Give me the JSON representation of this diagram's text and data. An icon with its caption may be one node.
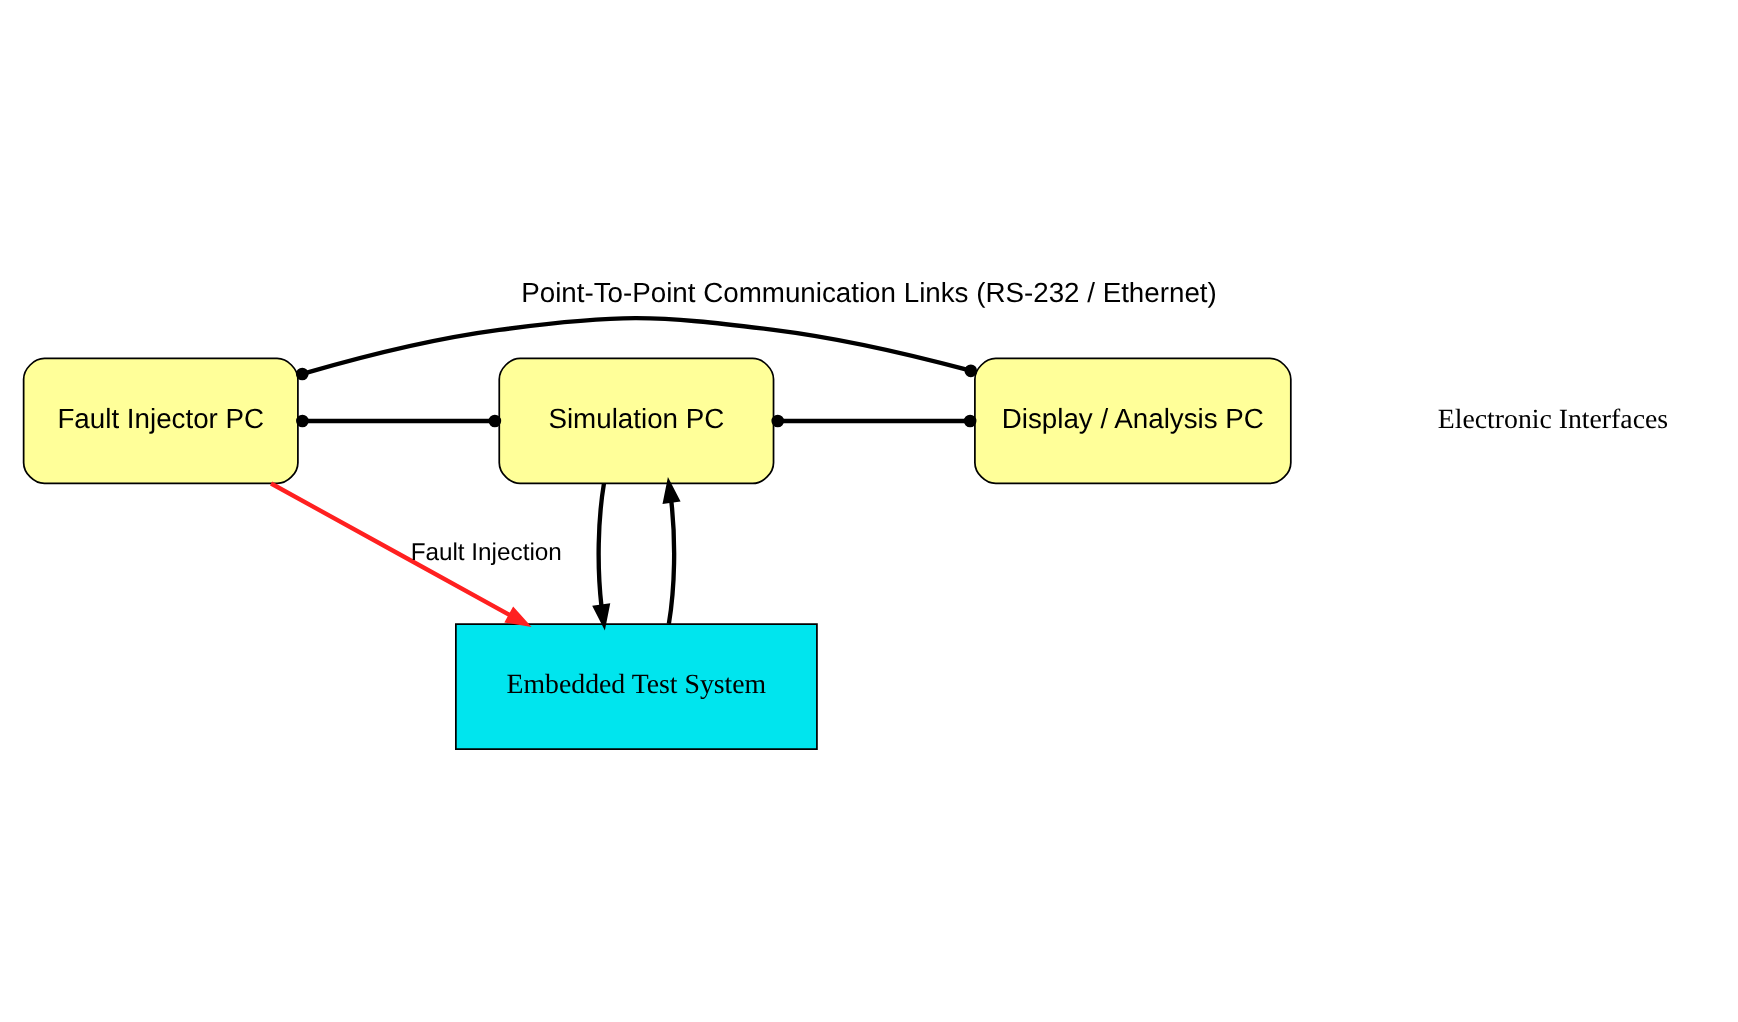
{
  "diagram": {
    "title": "Point-To-Point Communication Links (RS-232 / Ethernet)",
    "nodes": [
      {
        "text": [
          "Fault Injector PC"
        ]
      },
      {
        "text": [
          "Simulation PC"
        ]
      },
      {
        "text": [
          "Display / Analysis PC"
        ]
      },
      {
        "text": [
          "Embedded Test System"
        ]
      }
    ],
    "edges": [
      {
        "from": 0,
        "to": 2,
        "arrow": "other"
      },
      {
        "from": 0,
        "to": 1,
        "arrow": "other"
      },
      {
        "from": 1,
        "to": 2,
        "arrow": "other"
      },
      {
        "from": 1,
        "to": 3,
        "arrow": "to"
      },
      {
        "from": 3,
        "to": 1,
        "arrow": "to"
      },
      {
        "from": 0,
        "to": 3,
        "arrow": "to",
        "label": "Fault Injection",
        "color": "#ff2020"
      }
    ],
    "labels": [
      "Electronic Interfaces"
    ]
  }
}
